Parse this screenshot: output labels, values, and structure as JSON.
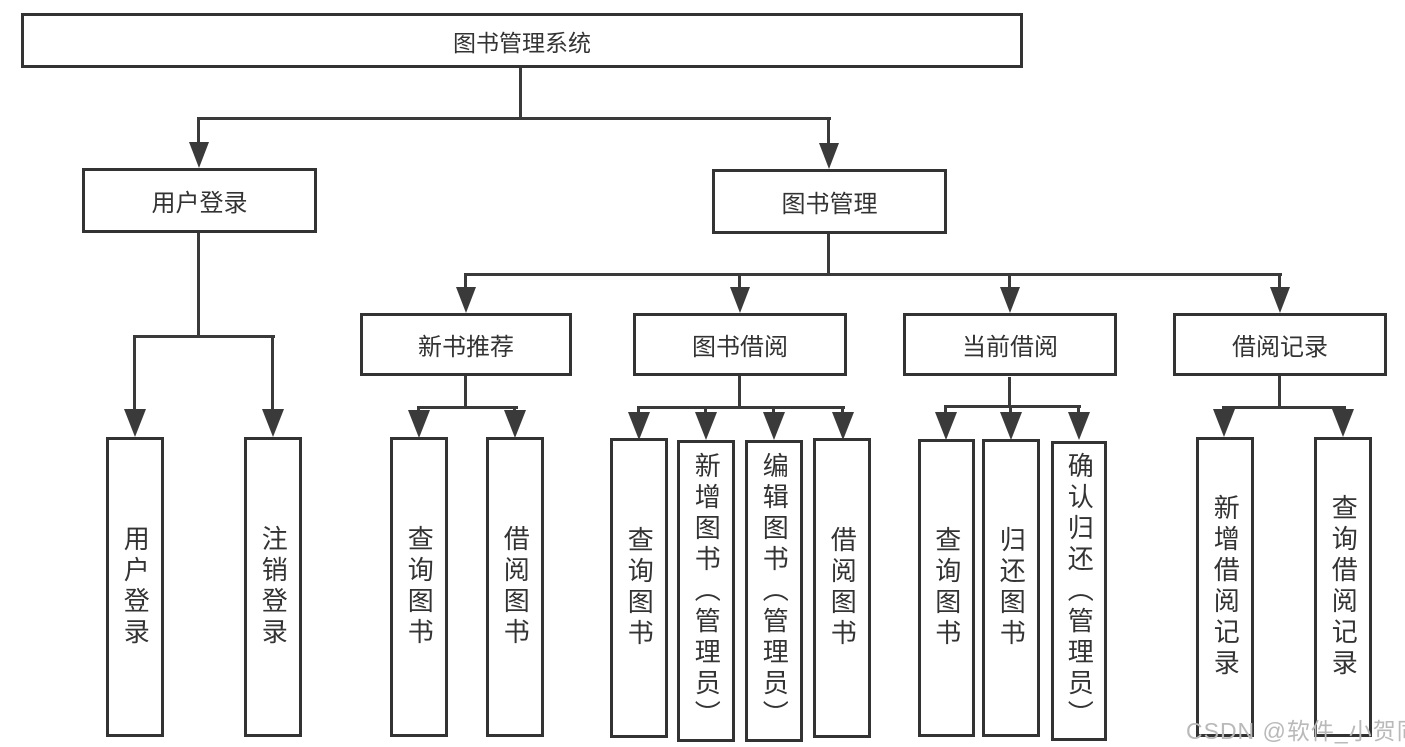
{
  "nodes": {
    "system": "图书管理系统",
    "user_login": "用户登录",
    "book_management": "图书管理",
    "new_book_recommend": "新书推荐",
    "book_borrow": "图书借阅",
    "current_borrow": "当前借阅",
    "borrow_records": "借阅记录",
    "ul_user_login": "用户登录",
    "ul_logout": "注销登录",
    "nb_query_books": "查询图书",
    "nb_borrow_books": "借阅图书",
    "bb_query_books": "查询图书",
    "bb_add_books": "新增图书（管理员）",
    "bb_edit_books": "编辑图书（管理员）",
    "bb_borrow_books": "借阅图书",
    "cb_query_books": "查询图书",
    "cb_return_books": "归还图书",
    "cb_confirm_return": "确认归还（管理员）",
    "br_add_record": "新增借阅记录",
    "br_query_record": "查询借阅记录"
  },
  "hierarchy": {
    "label": "图书管理系统",
    "children": [
      {
        "label": "用户登录",
        "children": [
          {
            "label": "用户登录"
          },
          {
            "label": "注销登录"
          }
        ]
      },
      {
        "label": "图书管理",
        "children": [
          {
            "label": "新书推荐",
            "children": [
              {
                "label": "查询图书"
              },
              {
                "label": "借阅图书"
              }
            ]
          },
          {
            "label": "图书借阅",
            "children": [
              {
                "label": "查询图书"
              },
              {
                "label": "新增图书（管理员）"
              },
              {
                "label": "编辑图书（管理员）"
              },
              {
                "label": "借阅图书"
              }
            ]
          },
          {
            "label": "当前借阅",
            "children": [
              {
                "label": "查询图书"
              },
              {
                "label": "归还图书"
              },
              {
                "label": "确认归还（管理员）"
              }
            ]
          },
          {
            "label": "借阅记录",
            "children": [
              {
                "label": "新增借阅记录"
              },
              {
                "label": "查询借阅记录"
              }
            ]
          }
        ]
      }
    ]
  },
  "watermark": "CSDN @软件_小贺同学",
  "colors": {
    "line": "#3a3a3a",
    "text": "#333333",
    "watermark": "#b9b9b9",
    "background": "#ffffff"
  }
}
